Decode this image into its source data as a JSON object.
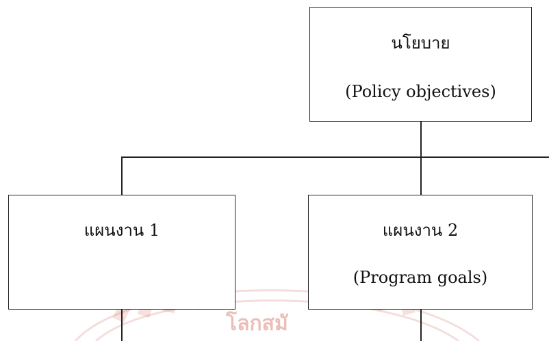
{
  "policy": {
    "title": "นโยบาย",
    "subtitle": "(Policy objectives)"
  },
  "plans": [
    {
      "title": "แผนงาน 1",
      "subtitle": ""
    },
    {
      "title": "แผนงาน 2",
      "subtitle": "(Program goals)"
    }
  ],
  "watermark": {
    "text": "โลกสมั",
    "color": "#c0392b"
  }
}
